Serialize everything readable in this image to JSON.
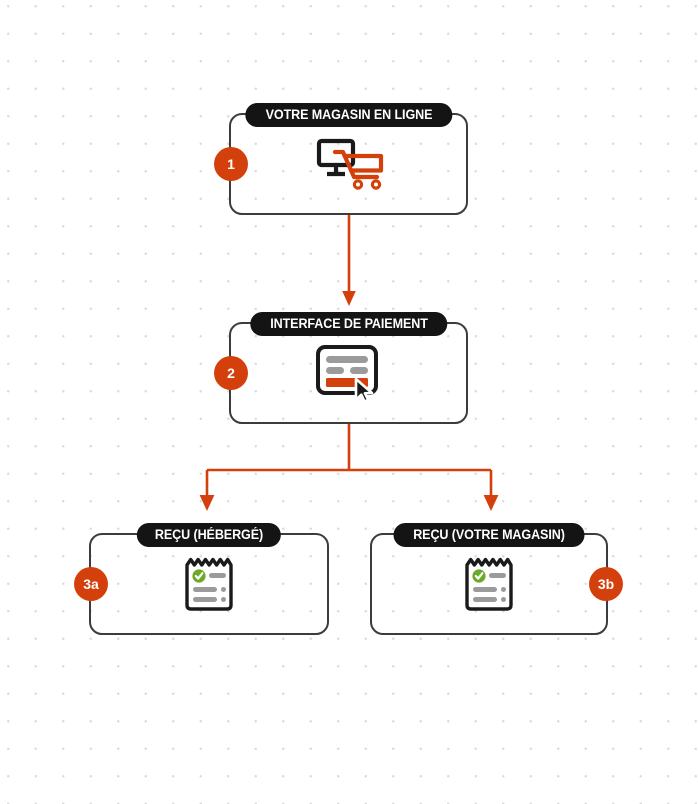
{
  "diagram": {
    "title_semantic": "payment-flow-diagram",
    "language": "fr",
    "colors": {
      "accent": "#d4400c",
      "pill_background": "#141414",
      "pill_text": "#ffffff",
      "node_border": "#3c3c3c",
      "background": "#ffffff",
      "dot_grid": "#dcdcdc",
      "check_green": "#6aaa28",
      "icon_gray": "#9b9b9b",
      "icon_black": "#1a1a1a"
    },
    "nodes": [
      {
        "id": "store",
        "label": "VOTRE MAGASIN EN LIGNE",
        "badge": "1",
        "badge_side": "left",
        "icon": "monitor-cart-icon"
      },
      {
        "id": "payment",
        "label": "INTERFACE DE PAIEMENT",
        "badge": "2",
        "badge_side": "left",
        "icon": "payment-form-icon"
      },
      {
        "id": "receipt-hosted",
        "label": "REÇU (HÉBERGÉ)",
        "badge": "3a",
        "badge_side": "left",
        "icon": "receipt-check-icon"
      },
      {
        "id": "receipt-store",
        "label": "REÇU (VOTRE MAGASIN)",
        "badge": "3b",
        "badge_side": "right",
        "icon": "receipt-check-icon"
      }
    ],
    "connectors": [
      {
        "id": "store-to-payment",
        "from": "store",
        "to": "payment",
        "type": "straight-arrow-down"
      },
      {
        "id": "payment-to-receipts",
        "from": "payment",
        "to": "receipt-hosted,receipt-store",
        "type": "split-arrow-down"
      }
    ]
  }
}
